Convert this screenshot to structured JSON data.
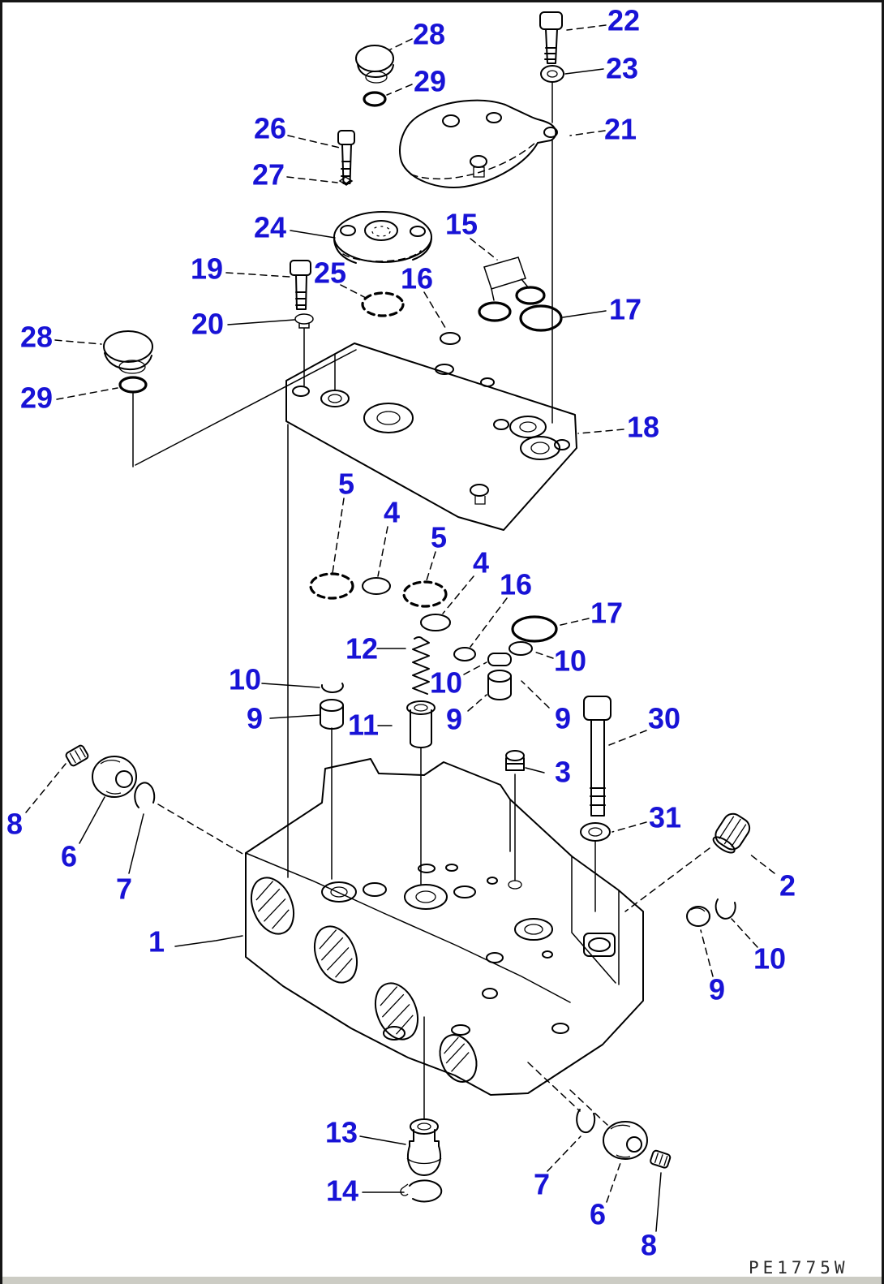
{
  "diagram": {
    "type": "exploded-parts-diagram",
    "footer_code": "PE1775W",
    "colors": {
      "callout": "#1813d6",
      "line": "#000000",
      "background": "#ffffff",
      "bottom_strip": "#ccccc4"
    },
    "callouts": [
      {
        "number": "28"
      },
      {
        "number": "29"
      },
      {
        "number": "22"
      },
      {
        "number": "23"
      },
      {
        "number": "21"
      },
      {
        "number": "26"
      },
      {
        "number": "27"
      },
      {
        "number": "24"
      },
      {
        "number": "15"
      },
      {
        "number": "19"
      },
      {
        "number": "25"
      },
      {
        "number": "16"
      },
      {
        "number": "17"
      },
      {
        "number": "20"
      },
      {
        "number": "28"
      },
      {
        "number": "29"
      },
      {
        "number": "18"
      },
      {
        "number": "5"
      },
      {
        "number": "4"
      },
      {
        "number": "5"
      },
      {
        "number": "4"
      },
      {
        "number": "16"
      },
      {
        "number": "17"
      },
      {
        "number": "12"
      },
      {
        "number": "10"
      },
      {
        "number": "10"
      },
      {
        "number": "10"
      },
      {
        "number": "9"
      },
      {
        "number": "11"
      },
      {
        "number": "9"
      },
      {
        "number": "9"
      },
      {
        "number": "30"
      },
      {
        "number": "3"
      },
      {
        "number": "31"
      },
      {
        "number": "8"
      },
      {
        "number": "6"
      },
      {
        "number": "7"
      },
      {
        "number": "2"
      },
      {
        "number": "1"
      },
      {
        "number": "10"
      },
      {
        "number": "9"
      },
      {
        "number": "13"
      },
      {
        "number": "14"
      },
      {
        "number": "7"
      },
      {
        "number": "6"
      },
      {
        "number": "8"
      }
    ]
  }
}
